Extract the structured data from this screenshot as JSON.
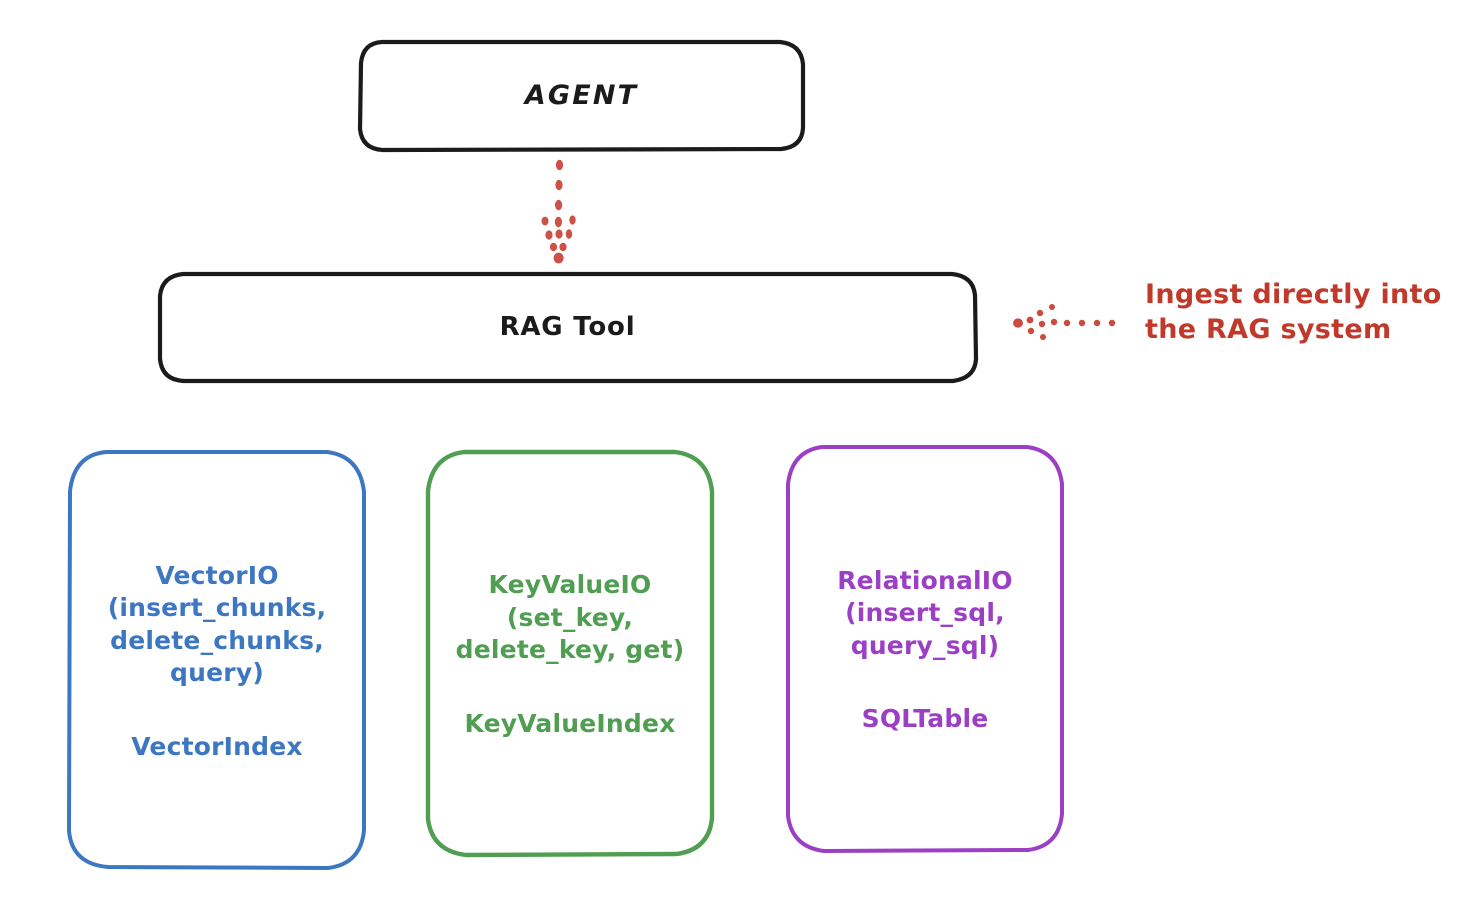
{
  "diagram": {
    "title": "RAG Tool storage backends architecture",
    "background_color": "#ffffff",
    "colors": {
      "node_border": "#1b1b1b",
      "vector": "#3d77c2",
      "keyvalue": "#4f9e51",
      "relational": "#9b3fc4",
      "annotation": "#c0392b"
    }
  },
  "nodes": {
    "agent": {
      "label": "AGENT",
      "border_color": "#1b1b1b"
    },
    "rag_tool": {
      "label": "RAG Tool",
      "border_color": "#1b1b1b"
    },
    "vector_store": {
      "api": "VectorIO\n(insert_chunks,\ndelete_chunks,\nquery)",
      "index": "VectorIndex",
      "color": "#3d77c2"
    },
    "keyvalue_store": {
      "api": "KeyValueIO\n(set_key,\ndelete_key, get)",
      "index": "KeyValueIndex",
      "color": "#4f9e51"
    },
    "relational_store": {
      "api": "RelationalIO\n(insert_sql,\nquery_sql)",
      "index": "SQLTable",
      "color": "#9b3fc4"
    }
  },
  "connectors": {
    "agent_to_rag": {
      "name": "dotted-down-arrow",
      "style": "dotted",
      "color": "#c0392b",
      "direction": "down"
    },
    "ingest_pointer": {
      "name": "dotted-left-arrow",
      "style": "dotted",
      "color": "#c0392b",
      "direction": "left"
    }
  },
  "annotations": {
    "ingest": {
      "text": "Ingest directly into\nthe RAG system",
      "color": "#c0392b"
    }
  }
}
